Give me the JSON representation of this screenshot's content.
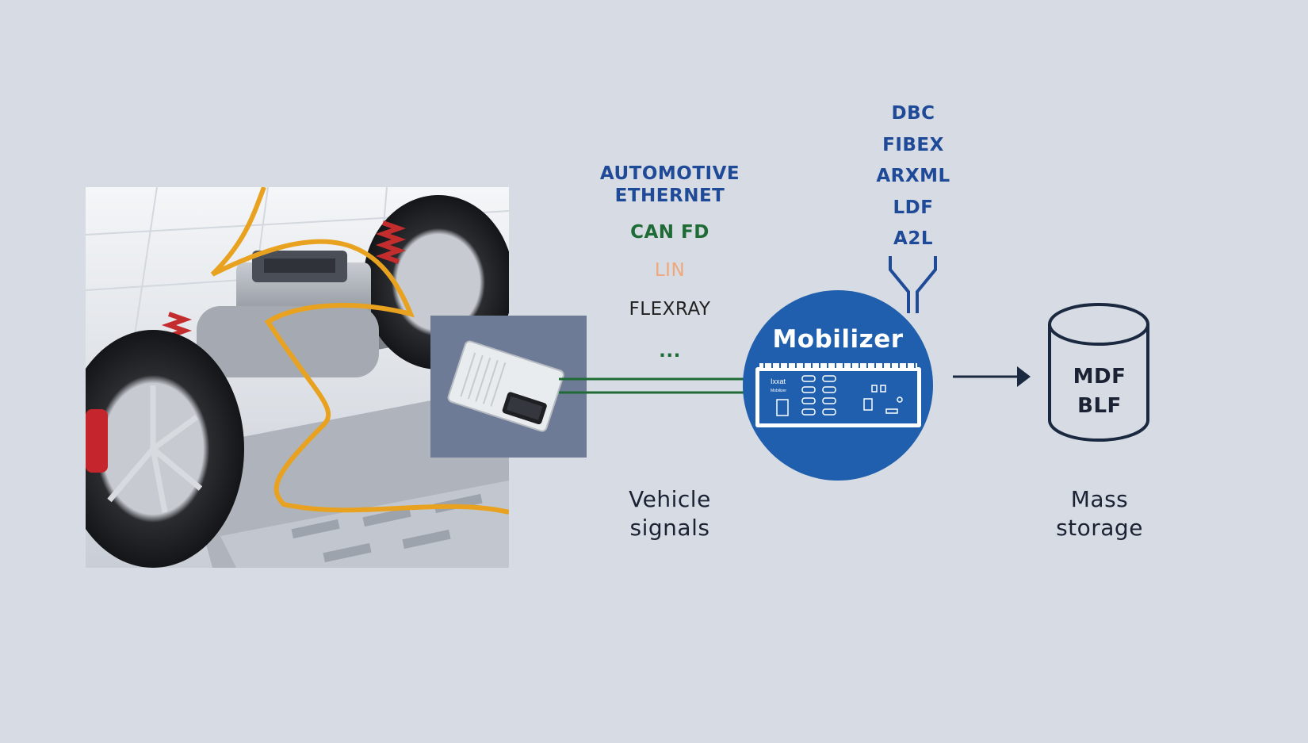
{
  "vehicle_buses": {
    "automotive_ethernet": "AUTOMOTIVE\nETHERNET",
    "can_fd": "CAN FD",
    "lin": "LIN",
    "flexray": "FLEXRAY",
    "more": "..."
  },
  "vehicle_signals_label": "Vehicle\nsignals",
  "description_formats": [
    "DBC",
    "FIBEX",
    "ARXML",
    "LDF",
    "A2L"
  ],
  "mobilizer": {
    "title": "Mobilizer",
    "brand_label": "Ixxat",
    "model_label": "Mobilizer"
  },
  "storage": {
    "formats": "MDF\nBLF",
    "label": "Mass\nstorage"
  },
  "colors": {
    "background": "#d7dbe3",
    "navy": "#1f4a98",
    "green": "#1e6b35",
    "orange": "#f0a77a",
    "mobilizer_blue": "#1f5fad",
    "cable": "#e8a21f",
    "arrow": "#1a2840"
  }
}
